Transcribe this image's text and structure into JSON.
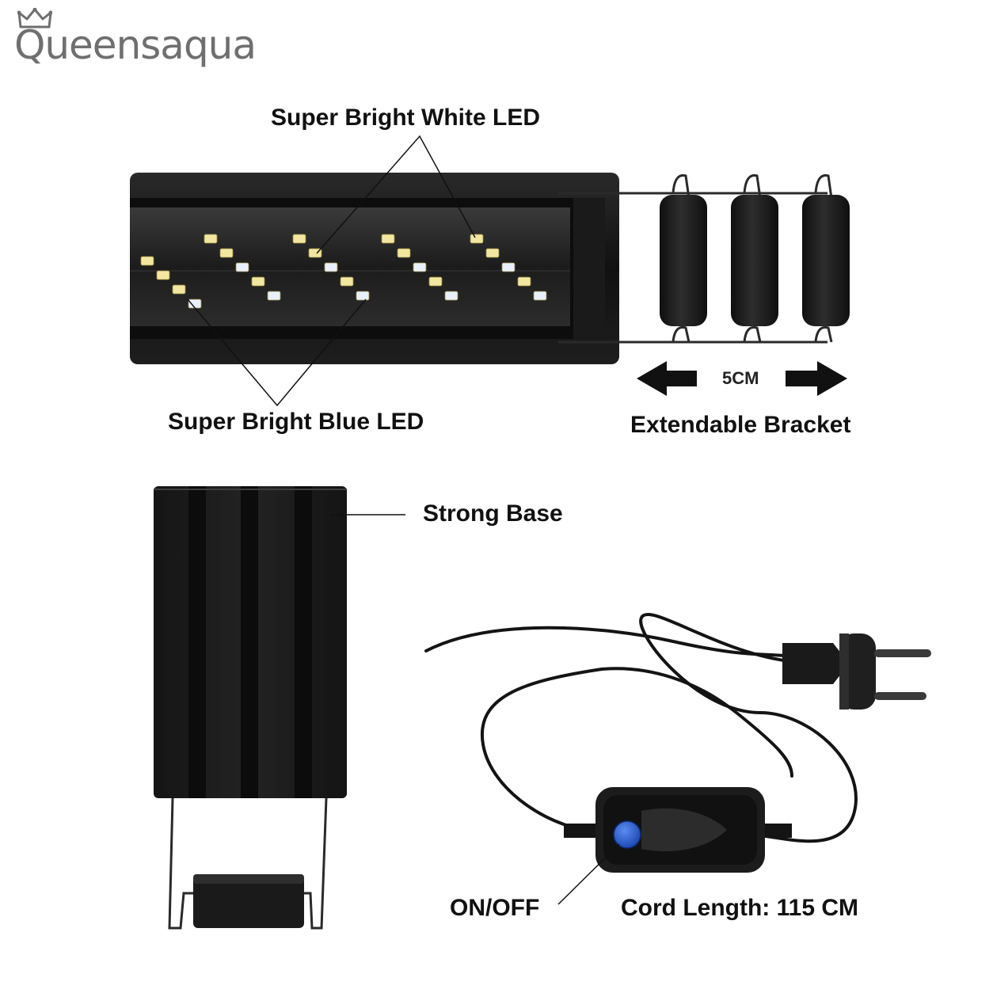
{
  "brand": {
    "name": "Queensaqua",
    "logo_icon": "crown-icon"
  },
  "labels": {
    "white_led": "Super Bright White LED",
    "blue_led": "Super Bright Blue LED",
    "bracket_width": "5CM",
    "bracket": "Extendable Bracket",
    "base": "Strong Base",
    "switch": "ON/OFF",
    "cord_length": "Cord Length: 115 CM"
  },
  "colors": {
    "fixture": "#1a1a1a",
    "white_led": "#f2e6a0",
    "blue_led": "#e8f0ff",
    "switch_button": "#1f56c8",
    "brand_gray": "#6f6f6f"
  }
}
